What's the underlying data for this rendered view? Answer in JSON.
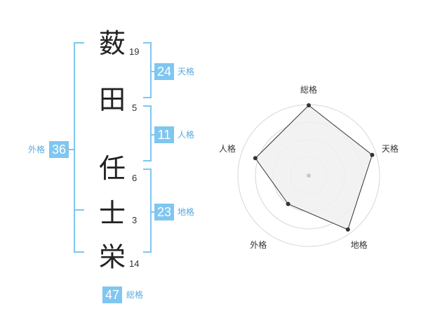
{
  "name": {
    "chars": [
      {
        "char": "薮",
        "strokes": "19"
      },
      {
        "char": "田",
        "strokes": "5"
      },
      {
        "char": "任",
        "strokes": "6"
      },
      {
        "char": "士",
        "strokes": "3"
      },
      {
        "char": "栄",
        "strokes": "14"
      }
    ]
  },
  "fortune": {
    "tenkaku": {
      "value": "24",
      "label": "天格"
    },
    "jinkaku": {
      "value": "11",
      "label": "人格"
    },
    "chikaku": {
      "value": "23",
      "label": "地格"
    },
    "gaikaku": {
      "value": "36",
      "label": "外格"
    },
    "soukaku": {
      "value": "47",
      "label": "総格"
    }
  },
  "colors": {
    "accent": "#7fc6f0",
    "accent_text": "#5aa9e0",
    "radar_fill": "#f0f0f0",
    "radar_grid": "#d6d6d6",
    "radar_line": "#333333"
  },
  "chart_data": {
    "type": "radar",
    "axes": [
      "総格",
      "天格",
      "地格",
      "外格",
      "人格"
    ],
    "values": [
      1.0,
      0.95,
      0.95,
      0.5,
      0.8
    ],
    "rmax": 1,
    "rings": 4
  }
}
